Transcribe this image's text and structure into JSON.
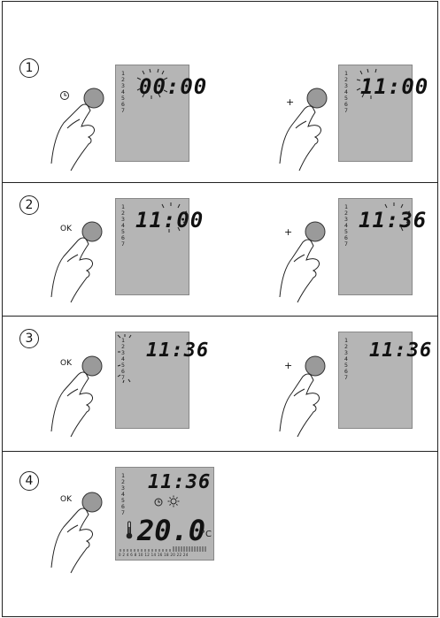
{
  "steps": [
    {
      "number": "1",
      "left": {
        "button_label": "",
        "time": "00:00"
      },
      "right": {
        "button_label": "+",
        "time": "11:00"
      }
    },
    {
      "number": "2",
      "left": {
        "button_label": "OK",
        "time": "11:00"
      },
      "right": {
        "button_label": "+",
        "time": "11:36"
      }
    },
    {
      "number": "3",
      "left": {
        "button_label": "OK",
        "time": "11:36"
      },
      "right": {
        "button_label": "+",
        "time": "11:36"
      }
    },
    {
      "number": "4",
      "left": {
        "button_label": "OK",
        "time": "11:36",
        "temperature": "20.0",
        "unit": "°C",
        "scale": "0 2 4 6 8 10 12 14 16 18 20 22 24"
      }
    }
  ],
  "days": [
    "1",
    "2",
    "3",
    "4",
    "5",
    "6",
    "7"
  ],
  "icons": [
    "clock-icon",
    "plus-icon",
    "sun-icon",
    "thermometer-icon"
  ]
}
